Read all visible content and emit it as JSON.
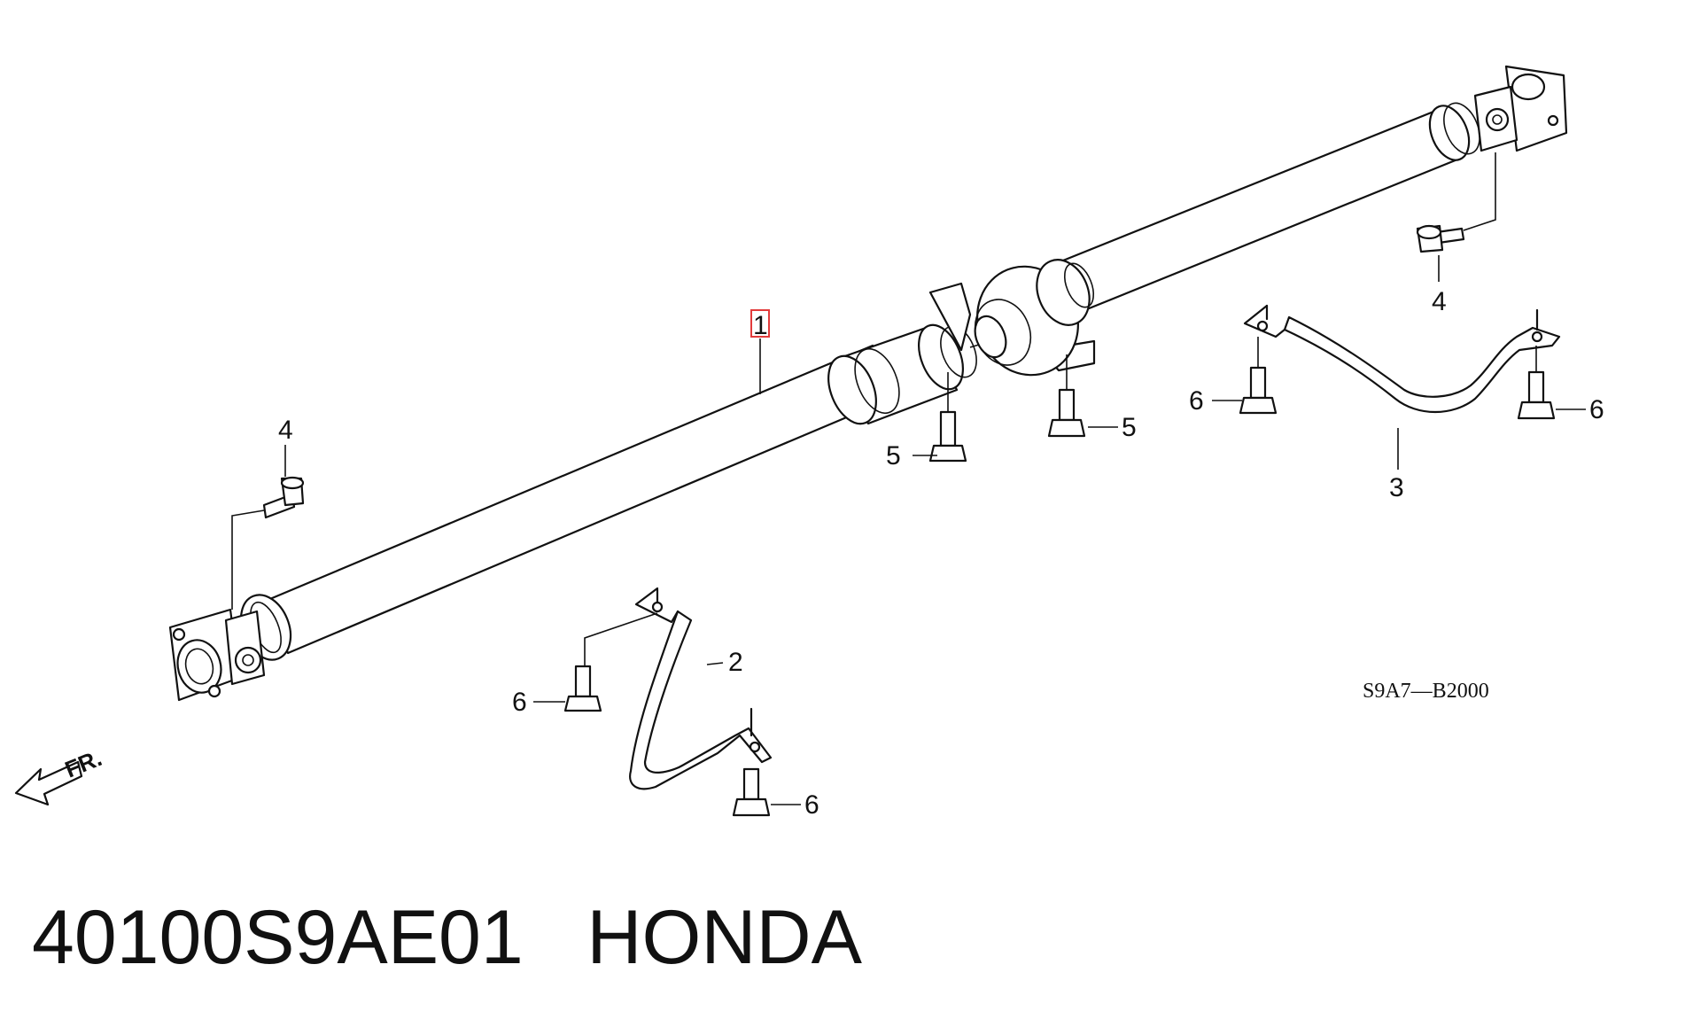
{
  "caption": {
    "part_number": "40100S9AE01",
    "brand": "HONDA"
  },
  "callouts": {
    "propeller_shaft": "1",
    "front_bracket": "2",
    "rear_bracket": "3",
    "joint_bolt_front": "4",
    "joint_bolt_rear": "4",
    "center_bolt_left": "5",
    "center_bolt_right": "5",
    "bracket_bolt_2_upper": "6",
    "bracket_bolt_2_lower": "6",
    "bracket_bolt_3_left": "6",
    "bracket_bolt_3_right": "6"
  },
  "diagram_code": "S9A7—B2000",
  "direction_label": "FR.",
  "colors": {
    "highlight_box": "#e23b3b",
    "ink": "#111111"
  }
}
